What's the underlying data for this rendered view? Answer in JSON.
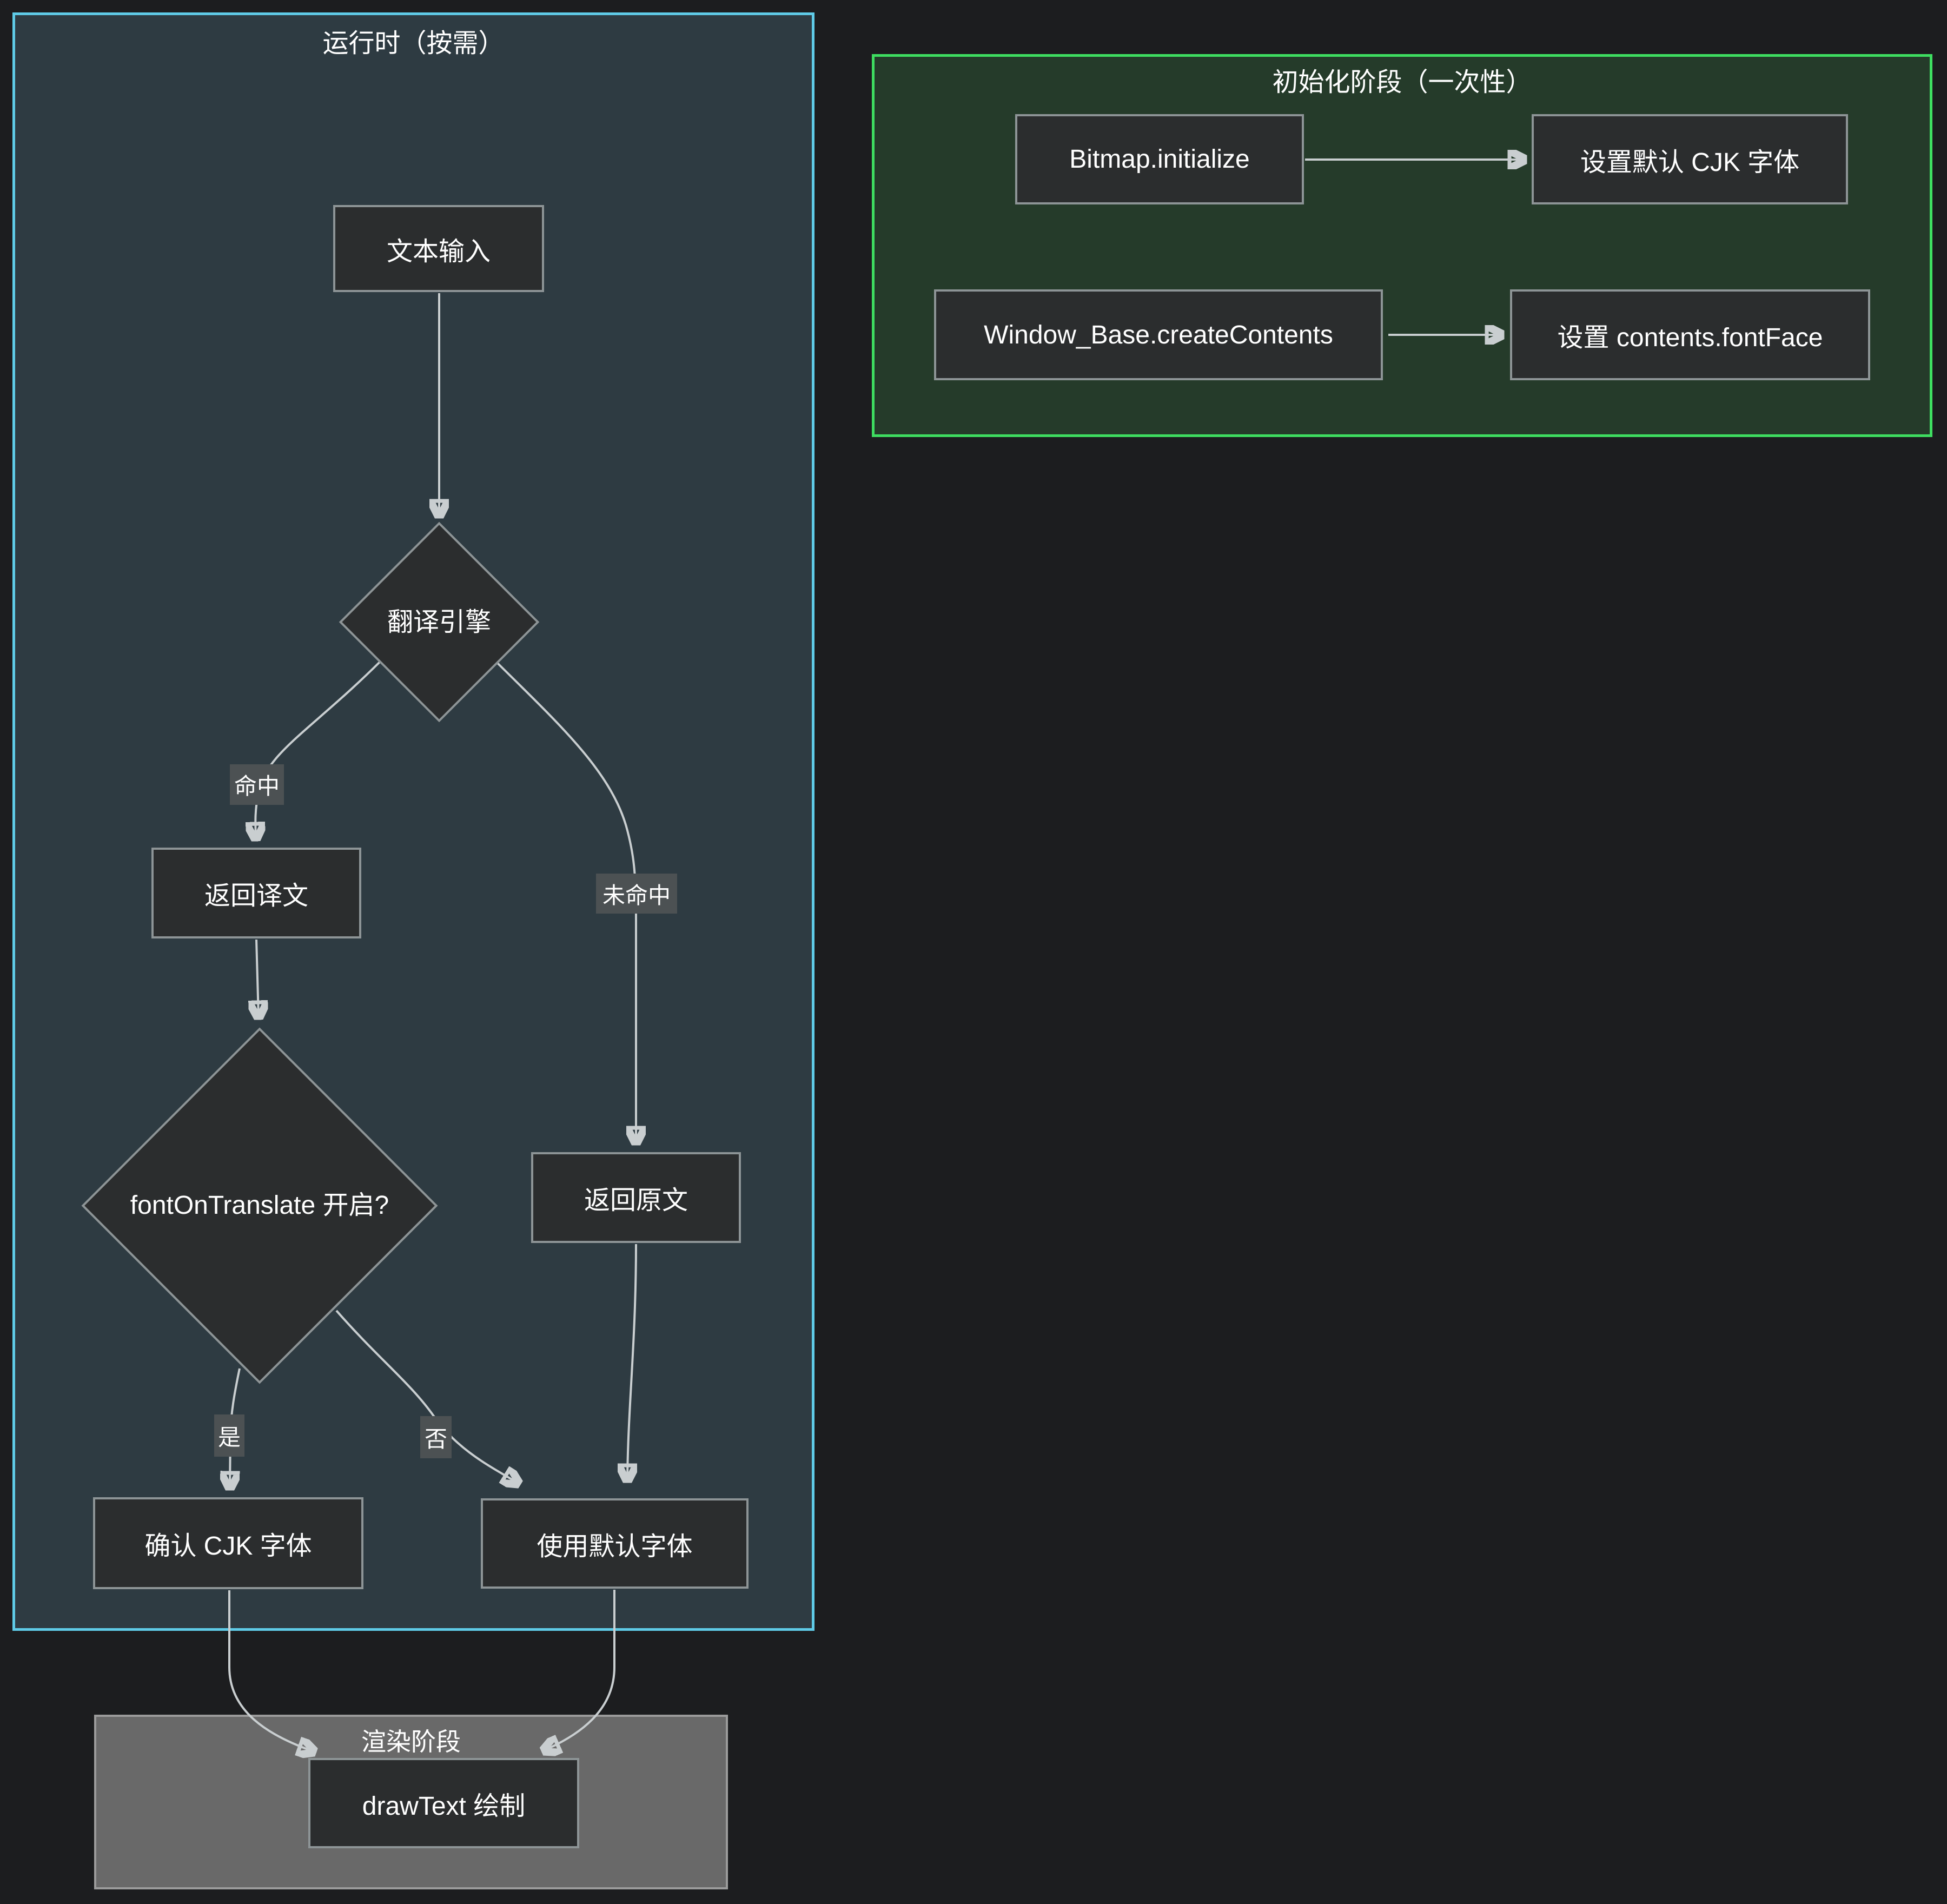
{
  "clusters": {
    "runtime": {
      "title": "运行时（按需）"
    },
    "init": {
      "title": "初始化阶段（一次性）"
    },
    "render": {
      "title": "渲染阶段"
    }
  },
  "nodes": {
    "text_input": {
      "label": "文本输入"
    },
    "translate_engine": {
      "label": "翻译引擎"
    },
    "return_translated": {
      "label": "返回译文"
    },
    "return_original": {
      "label": "返回原文"
    },
    "font_on_translate": {
      "label": "fontOnTranslate 开启?"
    },
    "confirm_cjk": {
      "label": "确认 CJK 字体"
    },
    "use_default": {
      "label": "使用默认字体"
    },
    "draw_text": {
      "label": "drawText 绘制"
    },
    "bitmap_initialize": {
      "label": "Bitmap.initialize"
    },
    "set_default_cjk": {
      "label": "设置默认 CJK 字体"
    },
    "window_base_create": {
      "label": "Window_Base.createContents"
    },
    "set_contents_fontface": {
      "label": "设置 contents.fontFace"
    }
  },
  "edge_labels": {
    "hit": "命中",
    "miss": "未命中",
    "yes": "是",
    "no": "否"
  },
  "colors": {
    "page_bg": "#1c1d1f",
    "runtime_cluster_bg": "#2e3b42",
    "runtime_cluster_border": "#5fcbe7",
    "init_cluster_bg": "#253b2a",
    "init_cluster_border": "#3edd60",
    "render_cluster_bg": "#696969",
    "render_cluster_border": "#9b9b9b",
    "node_bg": "#2b2d2e",
    "node_border": "#8d9496",
    "edge_line": "#c9ced0",
    "edge_label_bg": "#4c5153",
    "text": "#ffffff"
  }
}
